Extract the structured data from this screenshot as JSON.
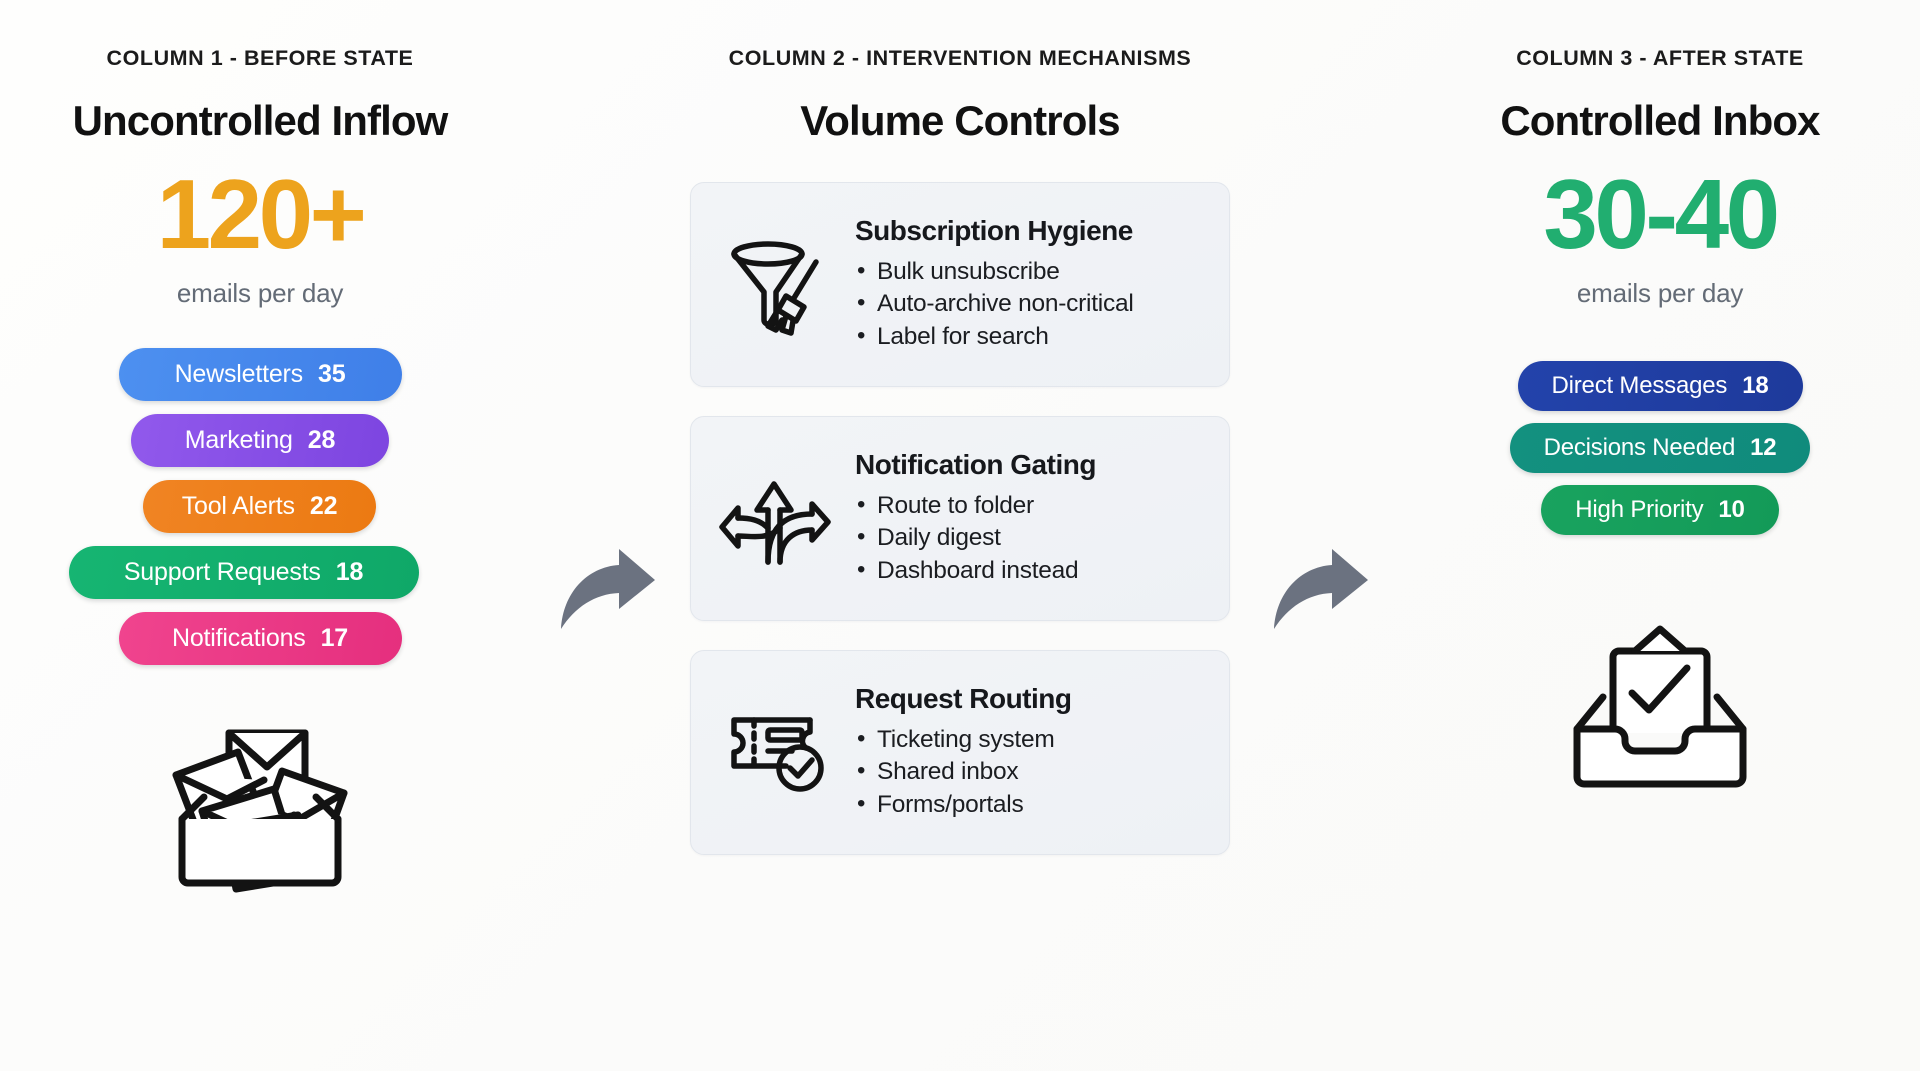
{
  "columns": [
    {
      "kicker": "COLUMN 1 - BEFORE STATE",
      "title": "Uncontrolled Inflow",
      "stat": "120+",
      "stat_unit": "emails per day",
      "stat_color": "#eda31d",
      "pills": [
        {
          "label": "Newsletters",
          "value": "35",
          "color": "#4d90f0"
        },
        {
          "label": "Marketing",
          "value": "28",
          "color": "#9159ec"
        },
        {
          "label": "Tool Alerts",
          "value": "22",
          "color": "#f08423"
        },
        {
          "label": "Support Requests",
          "value": "18",
          "color": "#16b572"
        },
        {
          "label": "Notifications",
          "value": "17",
          "color": "#f0448e"
        }
      ],
      "art_icon": "overflowing-inbox-icon"
    },
    {
      "kicker": "COLUMN 2 - INTERVENTION MECHANISMS",
      "title": "Volume Controls",
      "cards": [
        {
          "icon": "funnel-broom-icon",
          "title": "Subscription Hygiene",
          "items": [
            "Bulk unsubscribe",
            "Auto-archive non-critical",
            "Label for search"
          ]
        },
        {
          "icon": "three-way-arrow-icon",
          "title": "Notification Gating",
          "items": [
            "Route to folder",
            "Daily digest",
            "Dashboard instead"
          ]
        },
        {
          "icon": "ticket-check-icon",
          "title": "Request Routing",
          "items": [
            "Ticketing system",
            "Shared inbox",
            "Forms/portals"
          ]
        }
      ]
    },
    {
      "kicker": "COLUMN 3 - AFTER STATE",
      "title": "Controlled Inbox",
      "stat": "30-40",
      "stat_unit": "emails per day",
      "stat_color": "#21ae70",
      "pills": [
        {
          "label": "Direct Messages",
          "value": "18",
          "color": "#2343ab"
        },
        {
          "label": "Decisions Needed",
          "value": "12",
          "color": "#13917f"
        },
        {
          "label": "High Priority",
          "value": "10",
          "color": "#19a35f"
        }
      ],
      "art_icon": "tidy-inbox-check-icon"
    }
  ],
  "connectors": [
    {
      "name": "flow-arrow-1",
      "icon": "curved-right-arrow-icon",
      "color": "#6b7280"
    },
    {
      "name": "flow-arrow-2",
      "icon": "curved-right-arrow-icon",
      "color": "#6b7280"
    }
  ],
  "theme": {
    "background": "#fdfdfc",
    "card_bg": "#f1f3f6",
    "card_border": "#e2e6ec",
    "text": "#121212",
    "muted_text": "#636b76",
    "arrow": "#6b7280"
  }
}
